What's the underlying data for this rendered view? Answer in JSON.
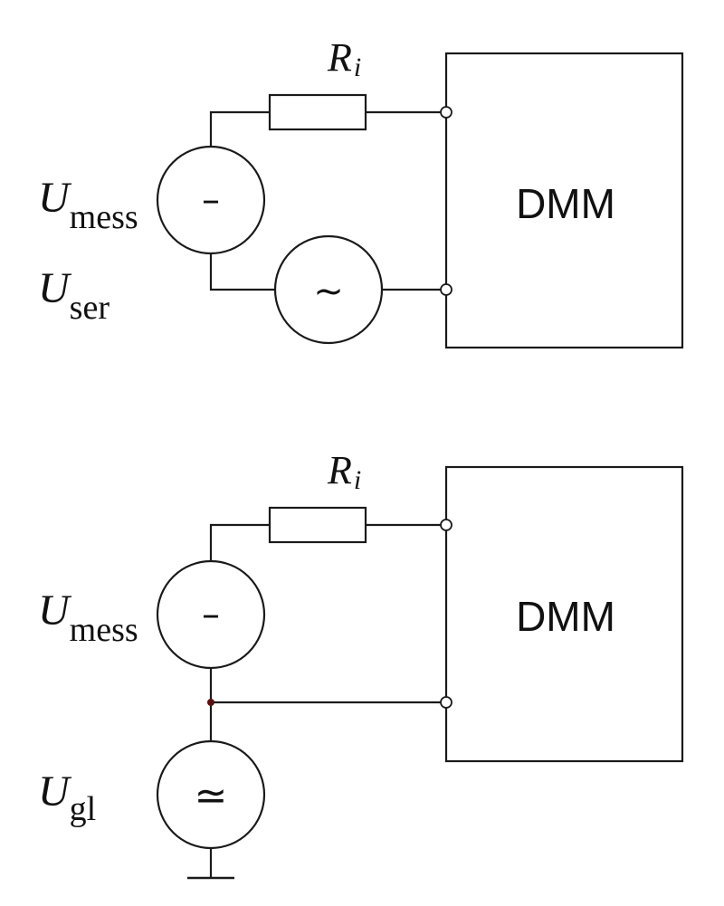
{
  "top_circuit": {
    "resistor_label": {
      "main": "R",
      "sub": "i"
    },
    "dc_source_label": {
      "main": "U",
      "sub": "mess"
    },
    "ac_source_label": {
      "main": "U",
      "sub": "ser"
    },
    "dc_symbol": "–",
    "ac_symbol": "~",
    "meter_label": "DMM"
  },
  "bottom_circuit": {
    "resistor_label": {
      "main": "R",
      "sub": "i"
    },
    "dc_source_label": {
      "main": "U",
      "sub": "mess"
    },
    "mixed_source_label": {
      "main": "U",
      "sub": "gl"
    },
    "dc_symbol": "–",
    "mixed_symbol": "≃",
    "meter_label": "DMM"
  }
}
